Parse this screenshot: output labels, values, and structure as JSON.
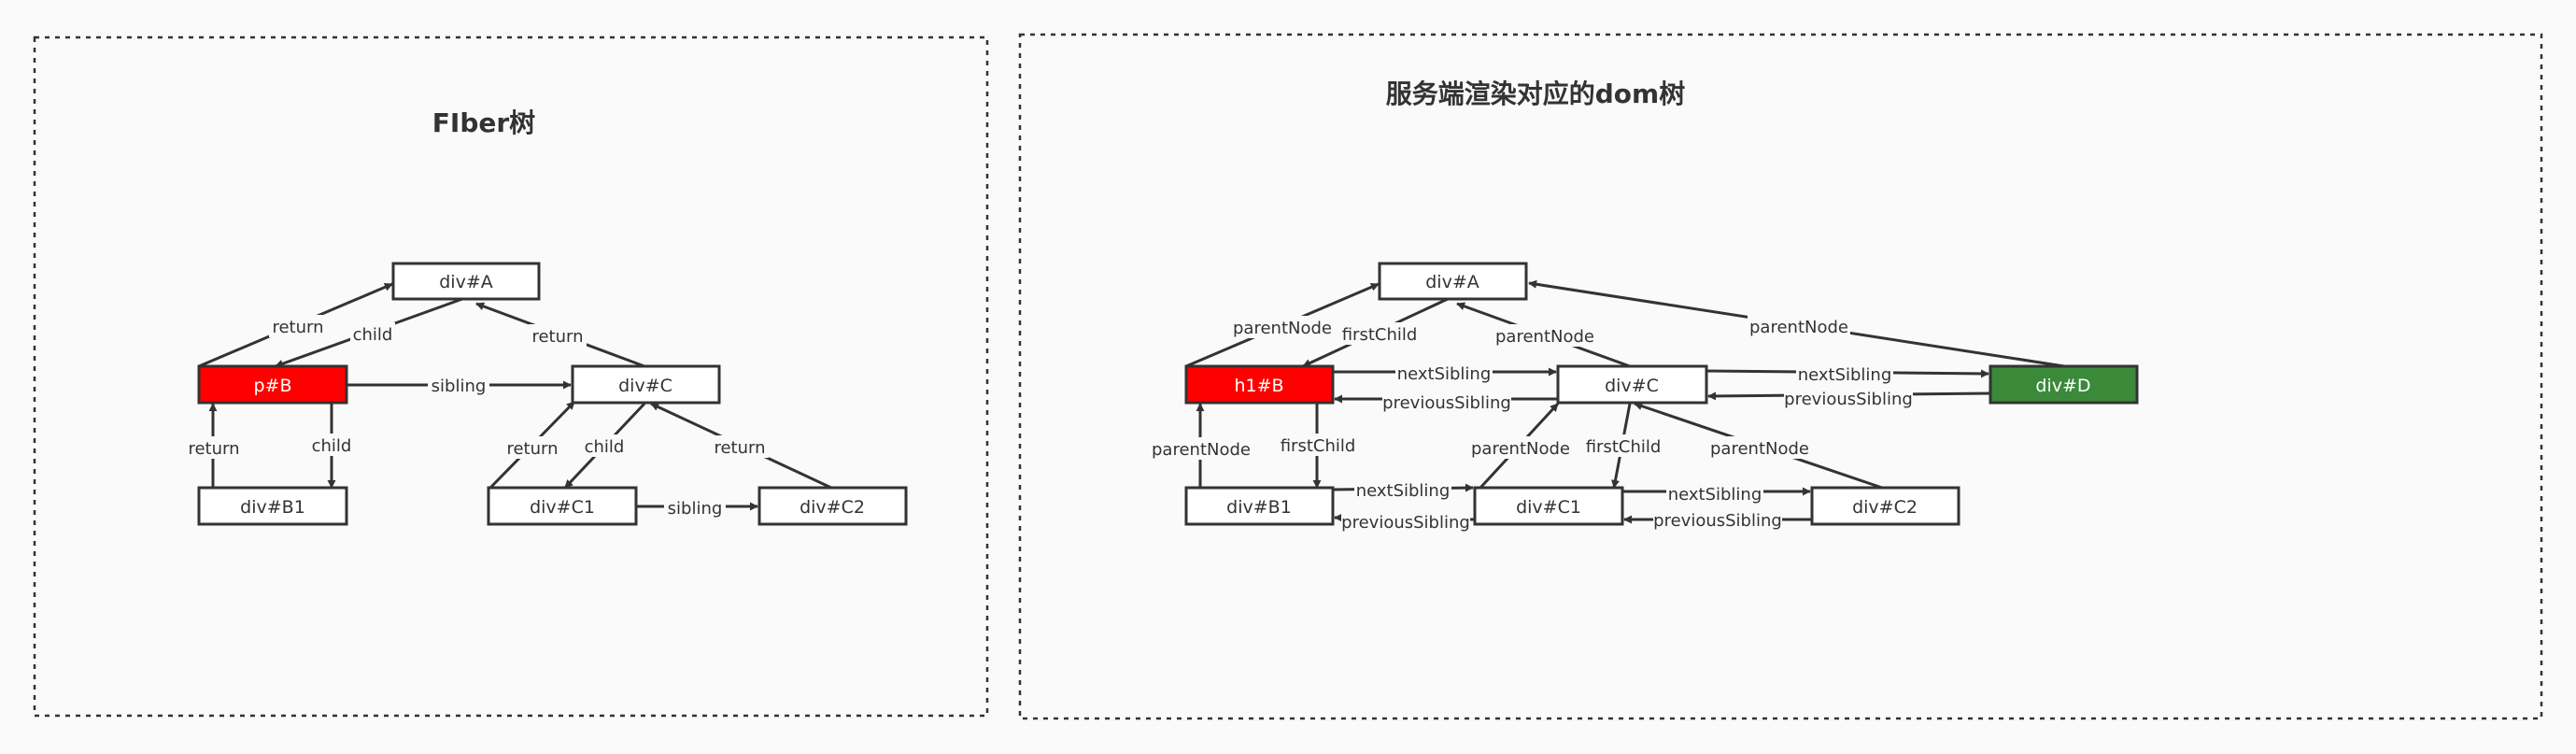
{
  "colors": {
    "background": "#fafafa",
    "stroke": "#333333",
    "highlight_red": "#ff0000",
    "highlight_green": "#3a8a3a"
  },
  "left_panel": {
    "title": "FIber树",
    "nodes": {
      "a": "div#A",
      "b": "p#B",
      "c": "div#C",
      "b1": "div#B1",
      "c1": "div#C1",
      "c2": "div#C2"
    },
    "edge_labels": {
      "b_to_a": "return",
      "a_to_b": "child",
      "c_to_a": "return",
      "b_to_c": "sibling",
      "b1_to_b": "return",
      "b_to_b1": "child",
      "c1_to_c": "return",
      "c_to_c1": "child",
      "c2_to_c": "return",
      "c1_to_c2": "sibling"
    }
  },
  "right_panel": {
    "title": "服务端渲染对应的dom树",
    "nodes": {
      "a": "div#A",
      "h1b": "h1#B",
      "c": "div#C",
      "d": "div#D",
      "b1": "div#B1",
      "c1": "div#C1",
      "c2": "div#C2"
    },
    "edge_labels": {
      "b_to_a": "parentNode",
      "a_to_b": "firstChild",
      "c_to_a": "parentNode",
      "d_to_a": "parentNode",
      "b_to_c": "nextSibling",
      "c_to_b": "previousSibling",
      "c_to_d": "nextSibling",
      "d_to_c": "previousSibling",
      "b1_to_b": "parentNode",
      "b_to_b1": "firstChild",
      "c1_to_c": "parentNode",
      "c_to_c1": "firstChild",
      "c2_to_c": "parentNode",
      "b1_to_c1": "nextSibling",
      "c1_to_b1": "previousSibling",
      "c1_to_c2": "nextSibling",
      "c2_to_c1": "previousSibling"
    }
  }
}
